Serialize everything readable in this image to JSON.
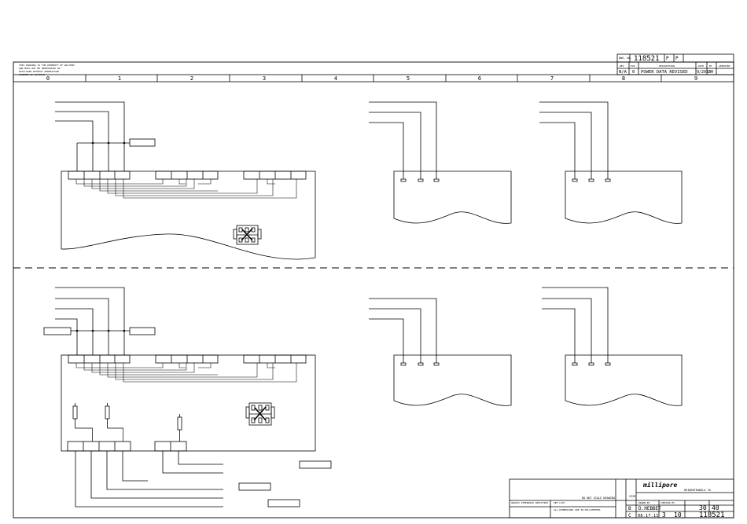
{
  "header": {
    "drawing_no_label": "DWG. NO.",
    "drawing_no": "118521",
    "sheet_flag": "P",
    "rev_label": "REV",
    "ecn_label": "ECN",
    "description_label": "DESCRIPTION",
    "date_label": "DATE",
    "by_label": "BY",
    "approved_label": "APPROVED",
    "revision_row": {
      "rev": "N/A",
      "ecn": "0",
      "description": "POWER DATA REVISED",
      "date": "9/2013",
      "by": "DH"
    },
    "ownership_notes": [
      "THIS DRAWING IS THE PROPERTY OF WALTHAM",
      "AND MUST NOT BE REPRODUCED OR",
      "DISCLOSED WITHOUT PERMISSION",
      "CONSENT OF WALTHAM"
    ]
  },
  "zones": [
    "0",
    "1",
    "2",
    "3",
    "4",
    "5",
    "6",
    "7",
    "8",
    "9"
  ],
  "title_block": {
    "company": "millipore",
    "title": "HEIDENTRANSLA 70",
    "scale_note": "DO NOT SCALE DRAWING",
    "material": "SEE LIST",
    "spec_note": "UNLESS OTHERWISE SPECIFIED",
    "tolerance_note": "ALL DIMENSIONS ARE IN MILLIMETERS",
    "drawn_by_label": "DRAWN BY",
    "drawn_by": "D.HEBBET",
    "checked_label": "CHECKED BY",
    "size_label": "SIZE",
    "size": "B",
    "rev": "C",
    "date": "08.17.11",
    "sheet": "3",
    "of": "10",
    "total_sheets": "40",
    "page": "30",
    "drawing_no": "118521"
  }
}
